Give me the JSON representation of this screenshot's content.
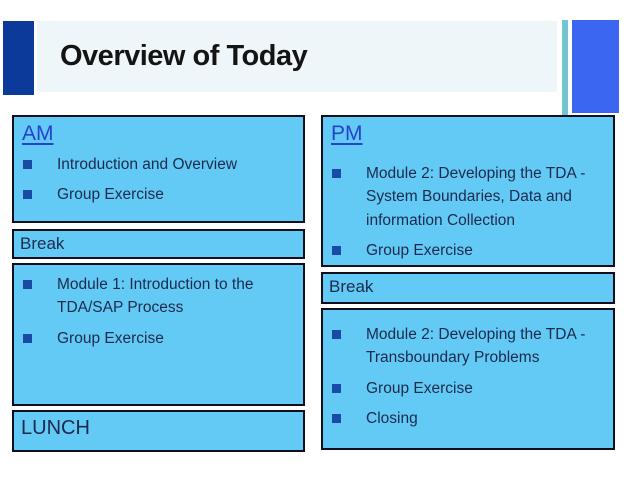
{
  "slide": {
    "title": "Overview of Today"
  },
  "colors": {
    "box_fill": "#63c9f5",
    "box_border": "#0e0e1c",
    "body_text": "#1c2b4e",
    "period_heading_blue": "#2743cd",
    "bullet_square": "#1a4aa5",
    "banner_background": "#eef6fa",
    "navy_accent": "#0c3a9a",
    "teal_accent": "#74c5cf",
    "blue_accent": "#3a66f2",
    "title_text": "#141414"
  },
  "schedule": {
    "am": {
      "heading": "AM",
      "items": [
        "Introduction and Overview",
        "Group Exercise"
      ]
    },
    "break_am": {
      "label": "Break"
    },
    "module1": {
      "items": [
        "Module 1: Introduction to the TDA/SAP Process",
        "Group Exercise"
      ]
    },
    "lunch": {
      "label": "LUNCH"
    },
    "pm": {
      "heading": "PM",
      "items": [
        "Module 2: Developing the TDA - System Boundaries, Data and information Collection",
        "Group Exercise"
      ]
    },
    "break_pm": {
      "label": "Break"
    },
    "module2": {
      "items": [
        "Module 2: Developing the TDA - Transboundary Problems",
        "Group Exercise",
        "Closing"
      ]
    }
  }
}
